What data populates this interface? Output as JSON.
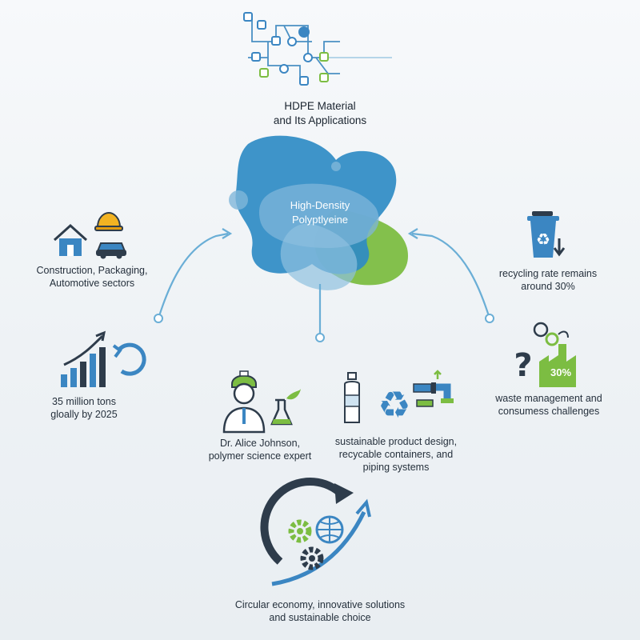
{
  "header": {
    "title_line1": "HDPE Material",
    "title_line2": "and Its Applications",
    "icon": "network-circuit-icon"
  },
  "center": {
    "line1": "High-Density",
    "line2": "Polyptlyeine",
    "colors": {
      "blue": "#2f8bc4",
      "light_blue": "#7fb6d9",
      "green": "#7cbd42"
    }
  },
  "nodes": {
    "sectors": {
      "line1": "Construction, Packaging,",
      "line2": "Automotive sectors",
      "icons": [
        "house-icon",
        "hard-hat-icon",
        "car-icon"
      ]
    },
    "recycling": {
      "line1": "recycling rate remains",
      "line2": "around 30%",
      "icon": "recycle-bin-icon"
    },
    "growth": {
      "line1": "35 million tons",
      "line2": "gloally by 2025",
      "icon": "growth-chart-icon"
    },
    "waste": {
      "line1": "waste management and",
      "line2": "consumess challenges",
      "badge": "30%",
      "icon": "factory-question-icon"
    },
    "expert": {
      "line1": "Dr. Alice Johnson,",
      "line2": "polymer science expert",
      "icon": "scientist-icon"
    },
    "design": {
      "line1": "sustainable product design,",
      "line2": "recycable containers, and",
      "line3": "piping systems",
      "icons": [
        "bottle-icon",
        "recycle-icon",
        "pipe-icon"
      ]
    },
    "circular": {
      "line1": "Circular economy, innovative solutions",
      "line2": "and sustainable choice",
      "icon": "circular-economy-icon"
    }
  },
  "palette": {
    "connector": "#6aaed6",
    "dark": "#2e3c4b",
    "blue": "#3b86c2",
    "green": "#7cbd42"
  }
}
